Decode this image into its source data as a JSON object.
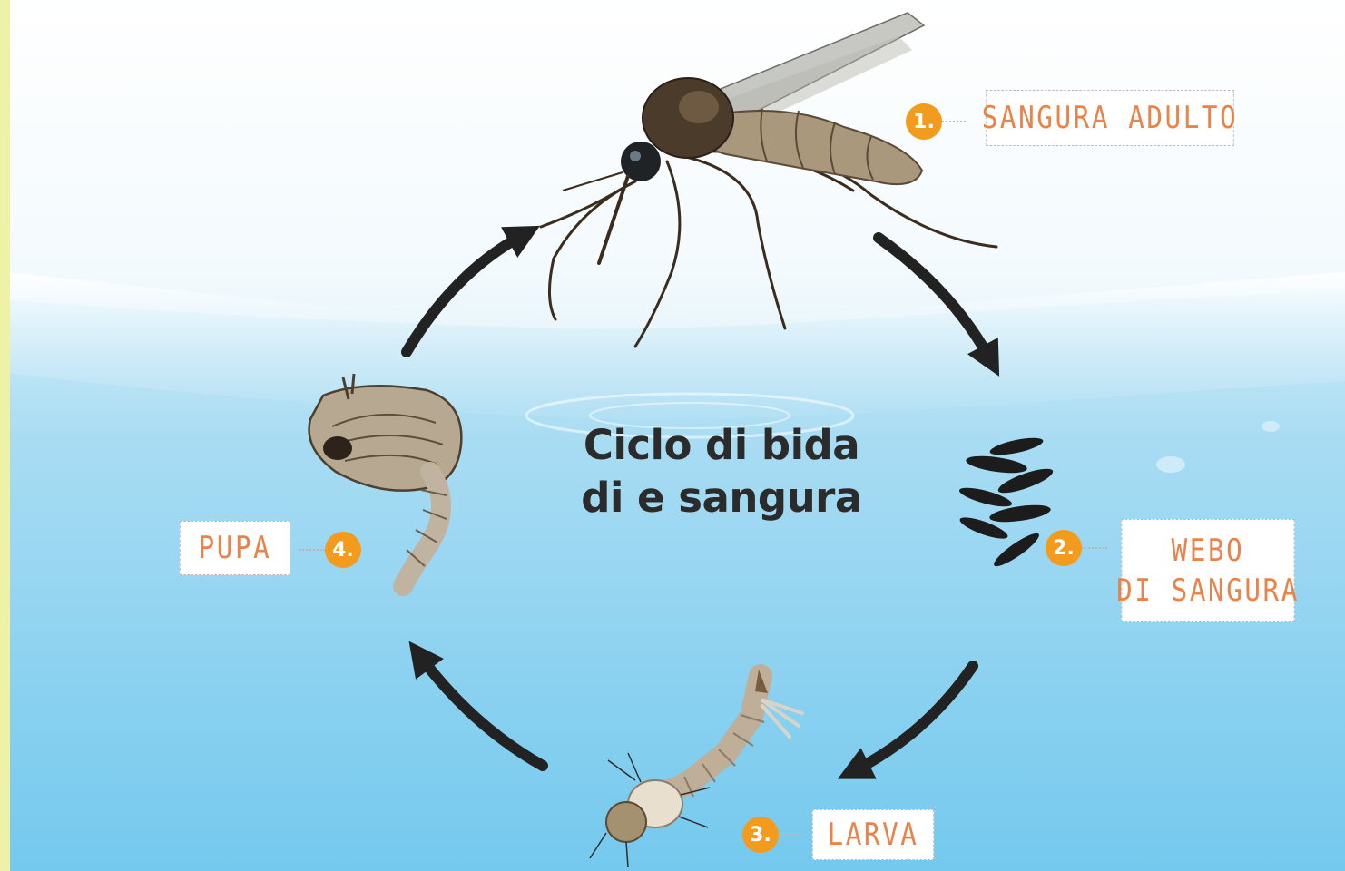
{
  "title": {
    "line1": "Ciclo di bida",
    "line2": "di e sangura"
  },
  "stages": [
    {
      "number": "1.",
      "label": "SANGURA ADULTO"
    },
    {
      "number": "2.",
      "label_line1": "WEBO",
      "label_line2": "DI SANGURA"
    },
    {
      "number": "3.",
      "label": "LARVA"
    },
    {
      "number": "4.",
      "label": "PUPA"
    }
  ],
  "colors": {
    "sky_top": "#ffffff",
    "water_light": "#c4e6f6",
    "water_deep": "#74c9ee",
    "label_text": "#e8834a",
    "badge": "#f39b1c",
    "arrow": "#222222",
    "left_band": "#eef2a6"
  },
  "icons": [
    "mosquito-adult-illustration",
    "egg-raft-illustration",
    "larva-illustration",
    "pupa-illustration",
    "cycle-arrow-icon"
  ]
}
